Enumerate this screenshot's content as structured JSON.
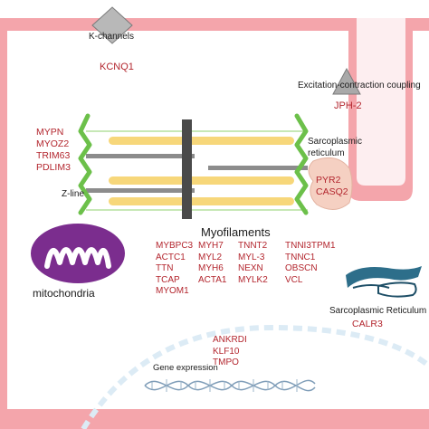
{
  "colors": {
    "membrane": "#f4a5ab",
    "membrane_fill": "#fdeef0",
    "cytoplasm": "#ffffff",
    "thick_filament": "#f7d77a",
    "thin_filament": "#8c8c8c",
    "z_line": "#6cc04a",
    "m_line": "#4a4a4a",
    "mitochondria": "#7b2d8e",
    "sr_stripe": "#2d6e8a",
    "gene_red": "#b3262e",
    "dna": "#7f9db8",
    "nucleus": "#dcebf5"
  },
  "icons": {
    "k_channel": "diamond-icon",
    "jph": "triangle-icon",
    "dna": "dna-helix-icon"
  },
  "labels": {
    "k_channels": "K-channels",
    "excitation": "Excitation-contraction coupling",
    "sarcoplasmic_reticulum": [
      "Sarcoplasmic",
      "reticulum"
    ],
    "z_line": "Z-line",
    "myofilaments": "Myofilaments",
    "mitochondria": "mitochondria",
    "sarcoplasmic_reticulum_2": "Sarcoplasmic Reticulum",
    "gene_expression": "Gene expression"
  },
  "genes": {
    "k_channels": [
      "KCNQ1"
    ],
    "jph": [
      "JPH-2"
    ],
    "sr": [
      "PYR2",
      "CASQ2"
    ],
    "z_line": [
      "MYPN",
      "MYOZ2",
      "TRIM63",
      "PDLIM3"
    ],
    "myofilaments": [
      [
        "MYBPC3",
        "ACTC1",
        "TTN",
        "TCAP",
        "MYOM1"
      ],
      [
        "MYH7",
        "MYL2",
        "MYH6",
        "ACTA1"
      ],
      [
        "TNNT2",
        "MYL-3",
        "NEXN",
        "MYLK2"
      ],
      [
        "TNNI3TPM1",
        "TNNC1",
        "OBSCN",
        "VCL"
      ]
    ],
    "sr_reticulum": [
      "CALR3"
    ],
    "gene_expression": [
      "ANKRDI",
      "KLF10",
      "TMPO"
    ]
  }
}
